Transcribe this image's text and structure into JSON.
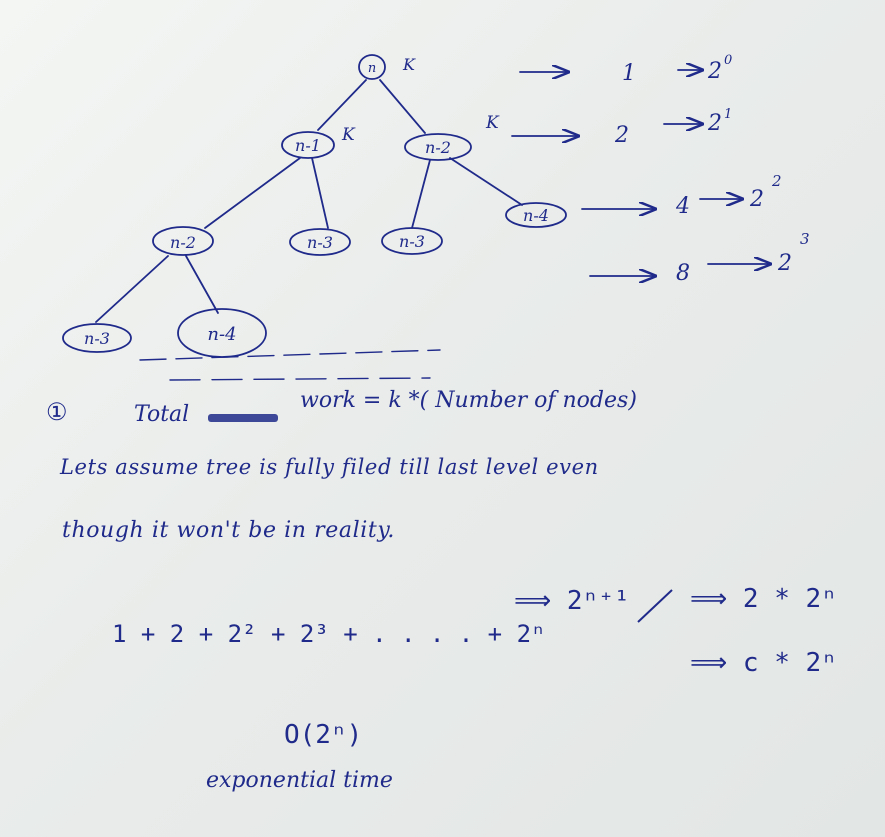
{
  "colors": {
    "ink": "#1f2a8a",
    "paper": "#eef0ee"
  },
  "tree": {
    "root": {
      "label": "n",
      "annotation": "K"
    },
    "level1": [
      {
        "label": "n-1",
        "annotation": "K"
      },
      {
        "label": "n-2",
        "annotation": "K"
      }
    ],
    "level2": [
      {
        "label": "n-2"
      },
      {
        "label": "n-3"
      },
      {
        "label": "n-3"
      },
      {
        "label": "n-4"
      }
    ],
    "level3": [
      {
        "label": "n-3"
      },
      {
        "label": "n-4"
      }
    ]
  },
  "level_counts": [
    {
      "count": "1",
      "power_base": "2",
      "power_exp": "0"
    },
    {
      "count": "2",
      "power_base": "2",
      "power_exp": "1"
    },
    {
      "count": "4",
      "power_base": "2",
      "power_exp": "2"
    },
    {
      "count": "8",
      "power_base": "2",
      "power_exp": "3"
    }
  ],
  "notes": {
    "marker": "①",
    "total_work_label": "Total",
    "total_work_eq": "work = k *( Number of nodes)",
    "assume_line1": "Lets assume tree is fully filed till last level even",
    "assume_line2": "though it won't be in reality."
  },
  "series": {
    "lhs": "1 + 2 + 2² + 2³ + . . . . + 2ⁿ",
    "step1": "⟹ 2ⁿ⁺¹",
    "step2": "⟹ 2 * 2ⁿ",
    "step3": "⟹ c * 2ⁿ"
  },
  "result": {
    "big_o": "O(2ⁿ)",
    "label": "exponential time"
  }
}
